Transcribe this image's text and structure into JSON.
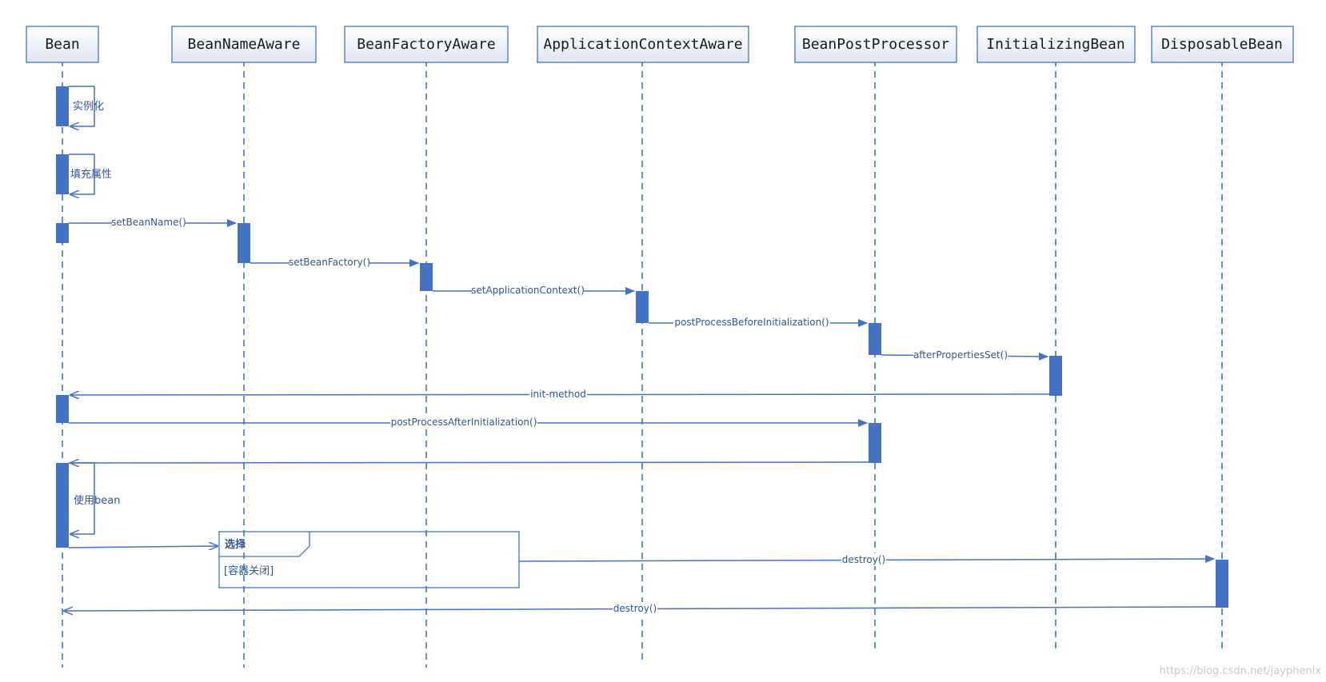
{
  "participants": [
    "Bean",
    "BeanNameAware",
    "BeanFactoryAware",
    "ApplicationContextAware",
    "BeanPostProcessor",
    "InitializingBean",
    "DisposableBean"
  ],
  "self_calls": [
    {
      "label": "实例化"
    },
    {
      "label": "填充属性"
    },
    {
      "label": "使用bean"
    }
  ],
  "messages": [
    {
      "label": "setBeanName()",
      "from": "Bean",
      "to": "BeanNameAware"
    },
    {
      "label": "setBeanFactory()",
      "from": "BeanNameAware",
      "to": "BeanFactoryAware"
    },
    {
      "label": "setApplicationContext()",
      "from": "BeanFactoryAware",
      "to": "ApplicationContextAware"
    },
    {
      "label": "postProcessBeforeInitialization()",
      "from": "ApplicationContextAware",
      "to": "BeanPostProcessor"
    },
    {
      "label": "afterPropertiesSet()",
      "from": "BeanPostProcessor",
      "to": "InitializingBean"
    },
    {
      "label": "init-method",
      "from": "InitializingBean",
      "to": "Bean"
    },
    {
      "label": "postProcessAfterInitialization()",
      "from": "Bean",
      "to": "BeanPostProcessor"
    },
    {
      "label": "",
      "from": "BeanPostProcessor",
      "to": "Bean"
    },
    {
      "label": "destroy()",
      "from": "选择",
      "to": "DisposableBean"
    },
    {
      "label": "destroy()",
      "from": "DisposableBean",
      "to": "Bean"
    }
  ],
  "fragment": {
    "title": "选择",
    "guard": "[容器关闭]"
  },
  "watermark": "https://blog.csdn.net/jayphenix",
  "colors": {
    "line": "#4472c4",
    "text": "#2f5597",
    "box_top": "#ffffff",
    "box_bottom": "#dfe6f5"
  }
}
